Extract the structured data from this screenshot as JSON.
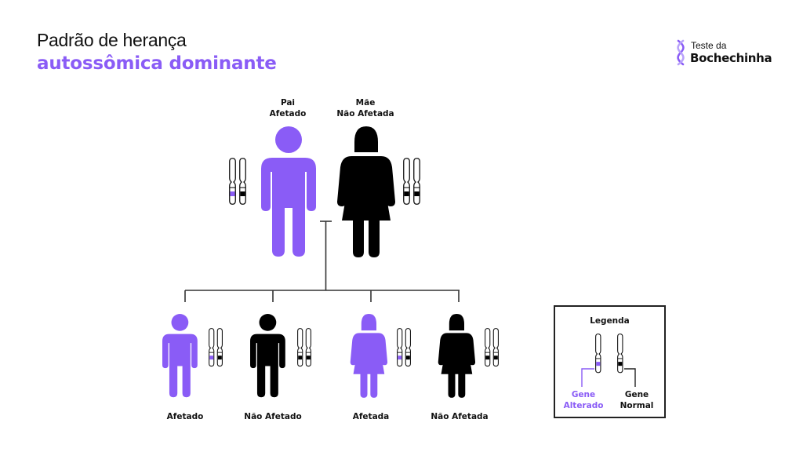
{
  "header": {
    "title_line1": "Padrão de herança",
    "title_line2": "autossômica dominante"
  },
  "logo": {
    "line1": "Teste da",
    "line2": "Bochechinha",
    "icon": "dna-helix-icon"
  },
  "colors": {
    "accent": "#8a5cf6",
    "black": "#000000",
    "line": "#333333"
  },
  "parents": [
    {
      "role": "Pai",
      "status": "Afetado",
      "sex": "male",
      "affected": true
    },
    {
      "role": "Mãe",
      "status": "Não Afetada",
      "sex": "female",
      "affected": false
    }
  ],
  "children": [
    {
      "label": "Afetado",
      "sex": "male",
      "affected": true
    },
    {
      "label": "Não Afetado",
      "sex": "male",
      "affected": false
    },
    {
      "label": "Afetada",
      "sex": "female",
      "affected": true
    },
    {
      "label": "Não Afetada",
      "sex": "female",
      "affected": false
    }
  ],
  "legend": {
    "title": "Legenda",
    "altered_label_1": "Gene",
    "altered_label_2": "Alterado",
    "normal_label_1": "Gene",
    "normal_label_2": "Normal"
  }
}
